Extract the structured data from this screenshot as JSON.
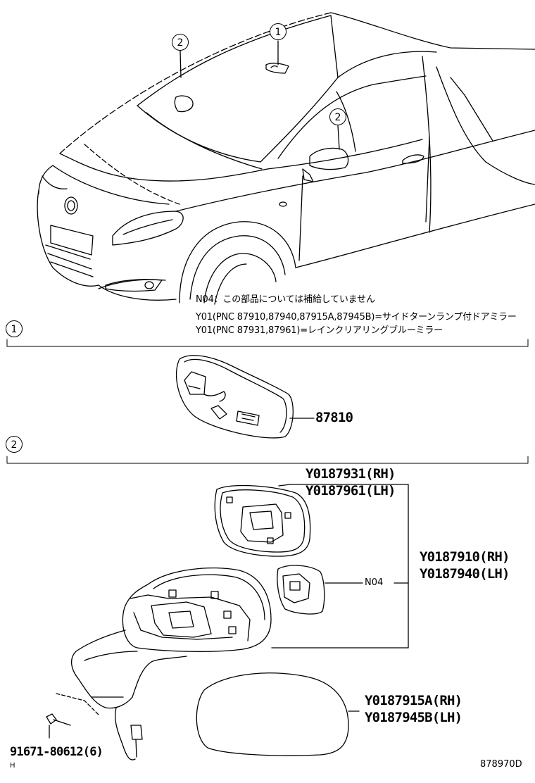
{
  "callouts": {
    "c1": "1",
    "c2": "2"
  },
  "notes": [
    "N04：この部品については補給していません",
    "Y01(PNC 87910,87940,87915A,87945B)=サイドターンランプ付ドアミラー",
    "Y01(PNC 87931,87961)=レインクリアリングブルーミラー"
  ],
  "section_markers": {
    "s1": "1",
    "s2": "2"
  },
  "parts": {
    "inner_mirror": "87810",
    "glass_rh": "Y0187931(RH)",
    "glass_lh": "Y0187961(LH)",
    "assy_rh": "Y0187910(RH)",
    "assy_lh": "Y0187940(LH)",
    "cover_rh": "Y0187915A(RH)",
    "cover_lh": "Y0187945B(LH)",
    "screw": "91671-80612(6)",
    "turn_lamp_code": "N04"
  },
  "footer": {
    "left_mark": "H",
    "drawing_no": "878970D"
  }
}
